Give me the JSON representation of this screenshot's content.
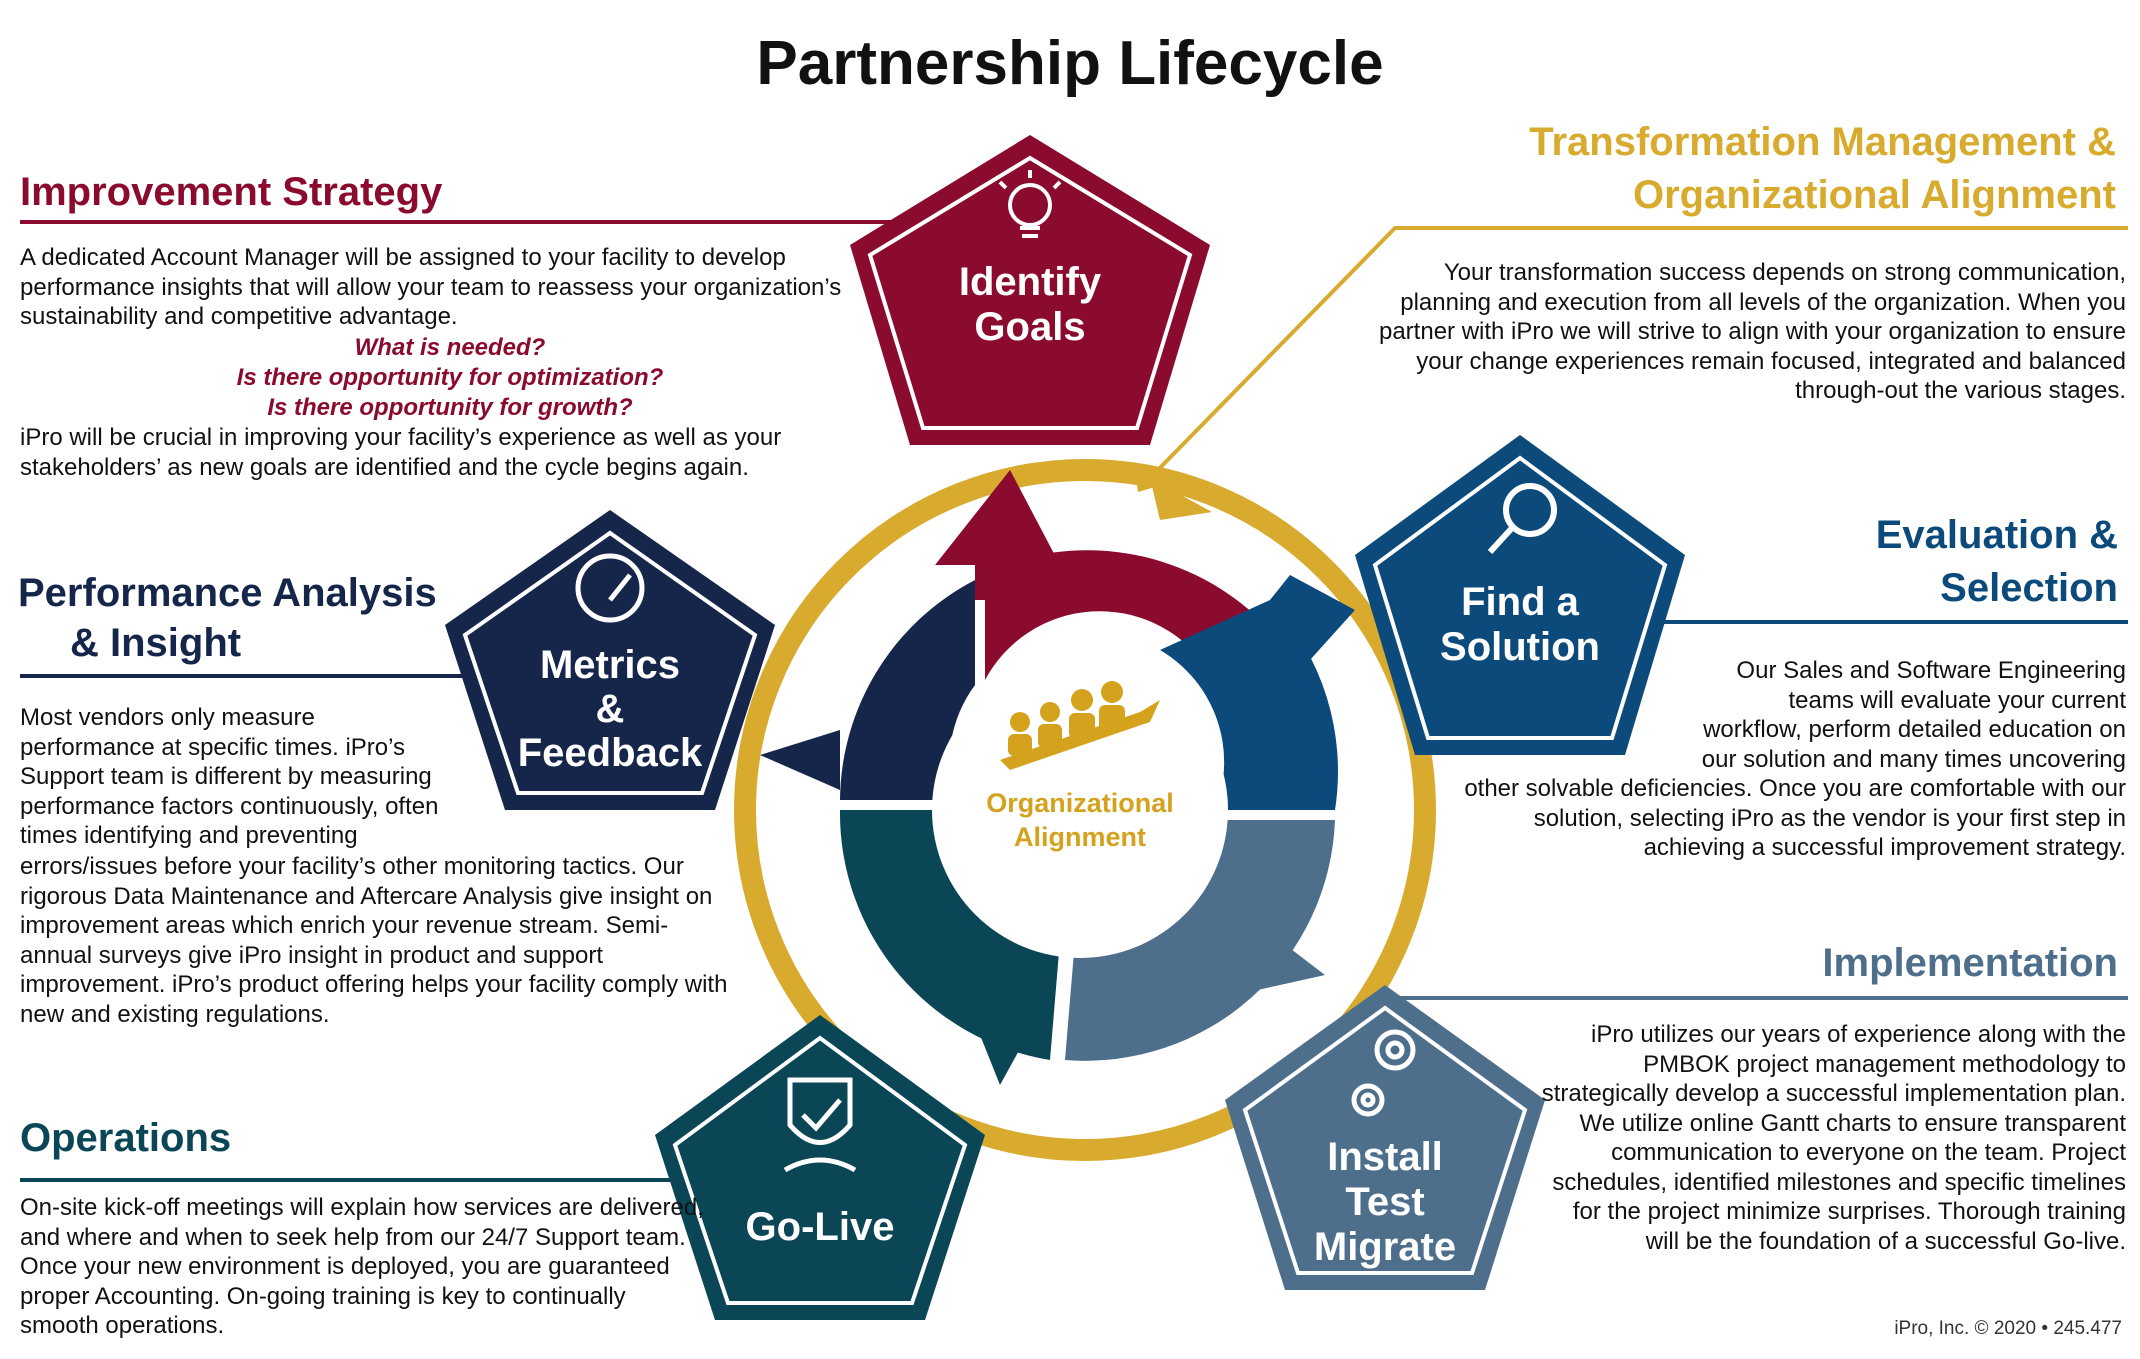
{
  "title": "Partnership Lifecycle",
  "center_label": [
    "Organizational",
    "Alignment"
  ],
  "colors": {
    "red": "#8a0b2e",
    "gold": "#d8ab2e",
    "navy": "#15264a",
    "blue": "#0b4a7a",
    "steel": "#4e6f8c",
    "teal": "#0b4656"
  },
  "nodes": {
    "identify": {
      "lines": [
        "Identify",
        "Goals"
      ],
      "icon": "lightbulb-icon"
    },
    "find": {
      "lines": [
        "Find a",
        "Solution"
      ],
      "icon": "magnifier-icon"
    },
    "install": {
      "lines": [
        "Install",
        "Test",
        "Migrate"
      ],
      "icon": "gears-icon"
    },
    "golive": {
      "lines": [
        "Go-Live"
      ],
      "icon": "shield-check-icon"
    },
    "metrics": {
      "lines": [
        "Metrics",
        "&",
        "Feedback"
      ],
      "icon": "gauge-icon"
    }
  },
  "improvement": {
    "heading": "Improvement Strategy",
    "p1": "A dedicated Account Manager will be assigned to your facility to develop performance insights that will allow your team to reassess your organization’s sustainability and competitive advantage.",
    "q1": "What is needed?",
    "q2": "Is there opportunity for optimization?",
    "q3": "Is there opportunity for growth?",
    "p2": "iPro will be crucial in improving your facility’s experience as well as your stakeholders’ as new goals are identified and the cycle begins again."
  },
  "transformation": {
    "heading1": "Transformation Management &",
    "heading2": "Organizational Alignment",
    "body": "Your transformation success depends on strong communication, planning and execution from all levels of the organization.  When you partner with iPro we will strive to align with your organization to ensure your change experiences remain focused, integrated and balanced through-out the various stages."
  },
  "performance": {
    "heading1": "Performance Analysis",
    "heading2": "& Insight",
    "body_a": "Most vendors only measure performance at specific times. iPro’s Support team is different by measuring performance factors continuously, often times identifying and preventing",
    "body_b": "errors/issues before your facility’s other monitoring tactics. Our rigorous Data Maintenance and Aftercare Analysis give insight on improvement areas which enrich your revenue stream. Semi-annual surveys give iPro insight in product and support improvement. iPro’s product offering helps your facility comply with new and existing regulations."
  },
  "evaluation": {
    "heading1": "Evaluation &",
    "heading2": "Selection",
    "body_a": "Our Sales and Software Engineering teams will evaluate your current workflow, perform detailed education on our solution and many times uncovering",
    "body_b": "other solvable deficiencies.  Once you are comfortable with our solution, selecting iPro as the vendor is your first step in achieving a successful improvement strategy."
  },
  "implementation": {
    "heading": "Implementation",
    "body": "iPro utilizes our years of experience along with the PMBOK project management methodology to strategically develop a successful implementation plan.  We utilize online Gantt charts to ensure transparent communication to everyone on the team.  Project schedules, identified milestones and specific timelines for the project minimize surprises.  Thorough training will be the foundation of a successful Go-live."
  },
  "operations": {
    "heading": "Operations",
    "body": "On-site kick-off meetings will explain how services are delivered, and where and when to seek help from our 24/7 Support team.  Once your new environment is deployed, you are guaranteed proper Accounting. On-going training is key to continually smooth operations."
  },
  "footer": "iPro, Inc.  © 2020  •  245.477"
}
